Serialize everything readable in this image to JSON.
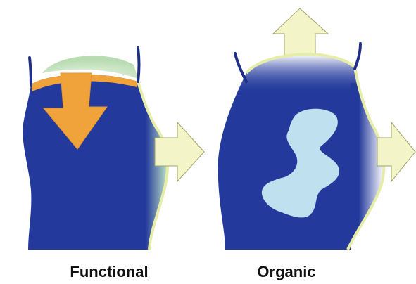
{
  "panels": [
    {
      "label": "Functional",
      "arrows": [
        "orange-down-arrow",
        "yellow-right-arrow"
      ]
    },
    {
      "label": "Organic",
      "arrows": [
        "yellow-up-arrow",
        "yellow-right-arrow"
      ]
    }
  ],
  "colors": {
    "body_fill": "#233a9c",
    "outline": "#e6eda8",
    "arrow_yellow": "#f3f5c8",
    "arrow_orange": "#f0a33a",
    "dome_green": "#c9e6c1",
    "blob_light_blue": "#bfe0ef",
    "wall_line": "#1f2f86"
  }
}
